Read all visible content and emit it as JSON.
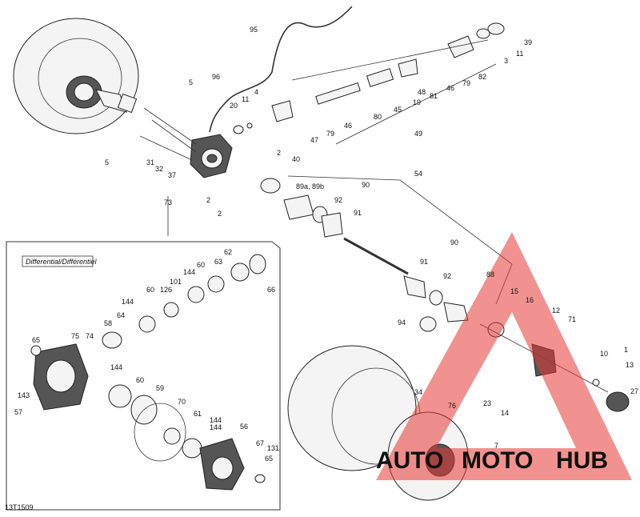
{
  "diagram": {
    "code": "13T1509",
    "inset_title": "Differential/Différentiel",
    "watermark": {
      "auto": "AUTO",
      "moto": "MOTO",
      "hub": "HUB",
      "colors": {
        "red": "#e53935",
        "yellow": "#f5b31b",
        "dark": "#444444"
      }
    },
    "labels": {
      "l95": "95",
      "l39": "39",
      "l11a": "11",
      "l3": "3",
      "l82": "82",
      "l79a": "79",
      "l46a": "46",
      "l81": "81",
      "l48": "48",
      "l19": "19",
      "l45": "45",
      "l80": "80",
      "l46b": "46",
      "l79b": "79",
      "l47": "47",
      "l49": "49",
      "l5a": "5",
      "l96": "96",
      "l20": "20",
      "l11b": "11",
      "l4": "4",
      "l5b": "5",
      "l31": "31",
      "l32": "32",
      "l37": "37",
      "l2a": "2",
      "l40": "40",
      "l2b": "2",
      "l2c": "2",
      "l73": "73",
      "l54": "54",
      "l89": "89a, 89b",
      "l90a": "90",
      "l92a": "92",
      "l91a": "91",
      "l90b": "90",
      "l91b": "91",
      "l92b": "92",
      "l88": "88",
      "l94": "94",
      "l15": "15",
      "l16": "16",
      "l12": "12",
      "l71": "71",
      "l10": "10",
      "l1": "1",
      "l13": "13",
      "l27": "27",
      "l34": "34",
      "l76": "76",
      "l23": "23",
      "l14": "14",
      "l7": "7",
      "l62": "62",
      "l63": "63",
      "l60a": "60",
      "l144a": "144",
      "l66": "66",
      "l60b": "60",
      "l126": "126",
      "l101": "101",
      "l144b": "144",
      "l64": "64",
      "l58": "58",
      "l75": "75",
      "l74": "74",
      "l65a": "65",
      "l144c": "144",
      "l60c": "60",
      "l59": "59",
      "l143": "143",
      "l57": "57",
      "l70": "70",
      "l61": "61",
      "l144d": "144",
      "l56": "56",
      "l67": "67",
      "l131": "131",
      "l65b": "65",
      "l144e": "144"
    }
  }
}
